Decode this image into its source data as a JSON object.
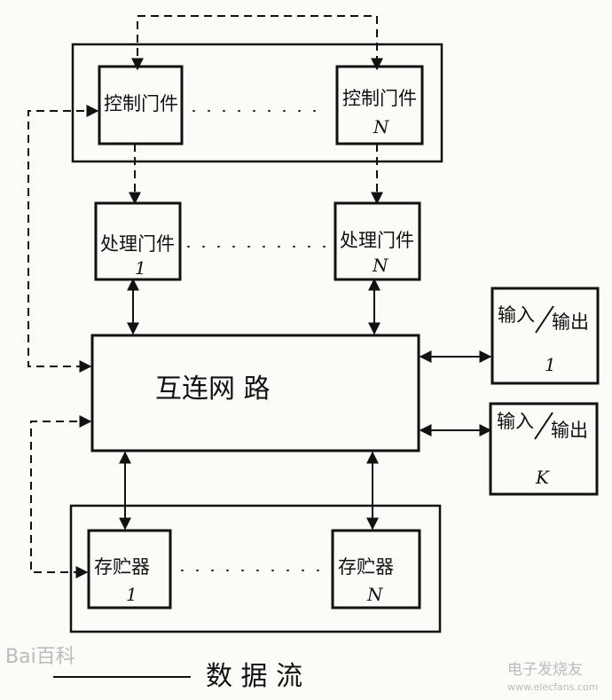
{
  "control_unit_1": {
    "label": "控制门件"
  },
  "control_unit_n": {
    "label": "控制门件",
    "index": "N"
  },
  "processing_unit_1": {
    "label": "处理门件",
    "index": "1"
  },
  "processing_unit_n": {
    "label": "处理门件",
    "index": "N"
  },
  "interconnect": {
    "label": "互连网 路"
  },
  "io_1": {
    "label_left": "输入",
    "label_right": "输出",
    "index": "1"
  },
  "io_k": {
    "label_left": "输入",
    "label_right": "输出",
    "index": "K"
  },
  "memory_1": {
    "label": "存贮器",
    "index": "1"
  },
  "memory_n": {
    "label": "存贮器",
    "index": "N"
  },
  "legend": {
    "text": "数 据 流"
  },
  "watermarks": {
    "left": "Bai百科",
    "right": "电子发烧友",
    "right_url": "www.elecfans.com"
  }
}
